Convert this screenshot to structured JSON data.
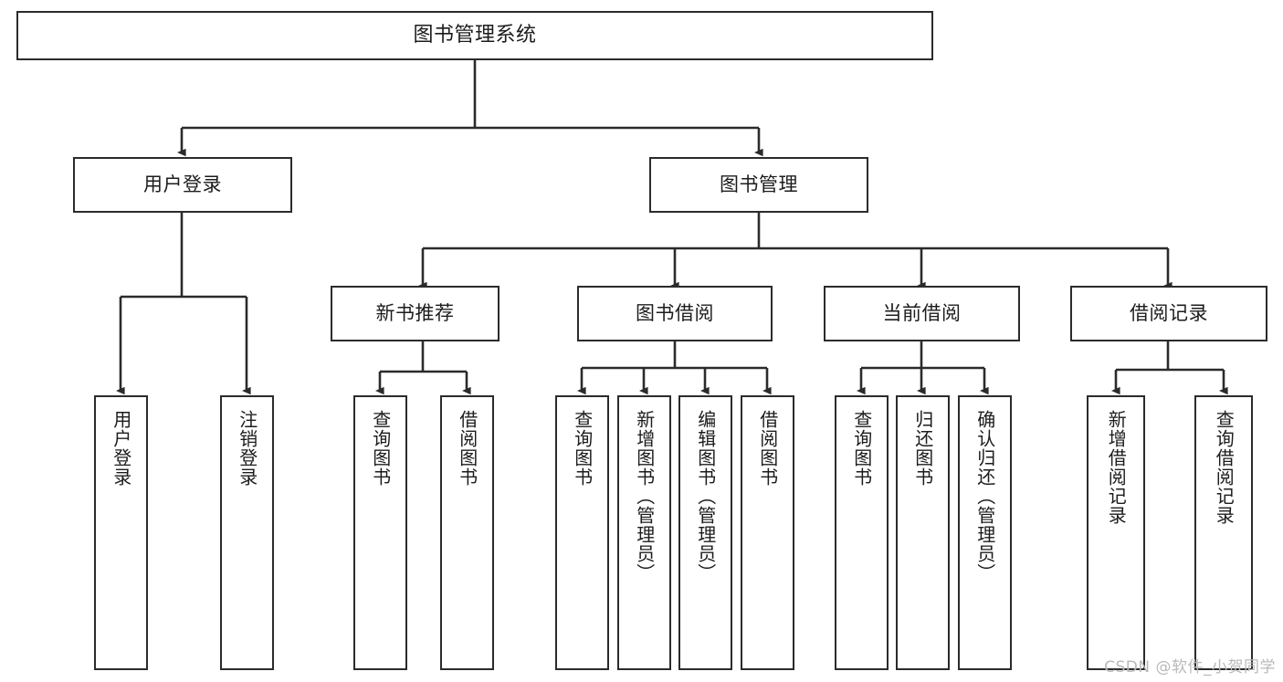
{
  "diagram": {
    "title": "图书管理系统",
    "watermark": "CSDN @软件_小贺同学",
    "colors": {
      "stroke": "#2b2b2b",
      "fill": "#ffffff",
      "text": "#1c1c1c",
      "watermark": "#b9b9b9"
    },
    "levels": {
      "root": "图书管理系统",
      "level2": [
        "用户登录",
        "图书管理"
      ],
      "level3": [
        "新书推荐",
        "图书借阅",
        "当前借阅",
        "借阅记录"
      ]
    },
    "nodes": {
      "root": "图书管理系统",
      "user_login": "用户登录",
      "book_manage": "图书管理",
      "new_book_rec": "新书推荐",
      "book_borrow": "图书借阅",
      "current_borrow": "当前借阅",
      "borrow_record": "借阅记录",
      "leaf_user_login": "用户登录",
      "leaf_logout": "注销登录",
      "leaf_query_book_1": "查询图书",
      "leaf_borrow_book_1": "借阅图书",
      "leaf_query_book_2": "查询图书",
      "leaf_add_book_admin": "新增图书（管理员）",
      "leaf_edit_book_admin": "编辑图书（管理员）",
      "leaf_borrow_book_2": "借阅图书",
      "leaf_query_book_3": "查询图书",
      "leaf_return_book": "归还图书",
      "leaf_confirm_return_admin": "确认归还（管理员）",
      "leaf_add_record": "新增借阅记录",
      "leaf_query_record": "查询借阅记录"
    }
  }
}
